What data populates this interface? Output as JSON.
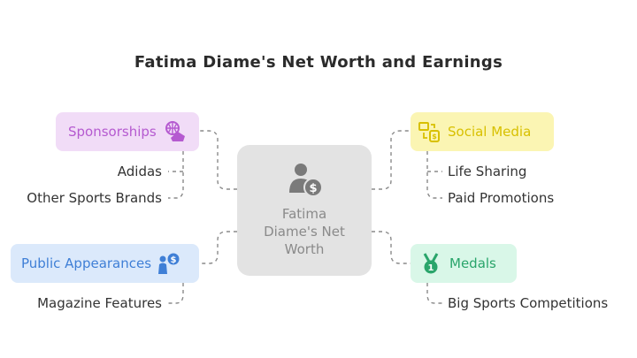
{
  "title": "Fatima Diame's Net Worth and Earnings",
  "center": {
    "label_lines": [
      "Fatima",
      "Diame's Net",
      "Worth"
    ],
    "icon": "person-money-icon"
  },
  "branches": {
    "sponsorships": {
      "label": "Sponsorships",
      "icon": "basketball-sneaker-icon",
      "color": "#b55ad0",
      "items": [
        "Adidas",
        "Other Sports Brands"
      ]
    },
    "social_media": {
      "label": "Social Media",
      "icon": "social-exchange-icon",
      "color": "#d8c000",
      "items": [
        "Life Sharing",
        "Paid Promotions"
      ]
    },
    "public_appearances": {
      "label": "Public Appearances",
      "icon": "person-dollar-icon",
      "color": "#3f7fd6",
      "items": [
        "Magazine Features"
      ]
    },
    "medals": {
      "label": "Medals",
      "icon": "medal-icon",
      "color": "#2aa56b",
      "items": [
        "Big Sports Competitions"
      ]
    }
  }
}
